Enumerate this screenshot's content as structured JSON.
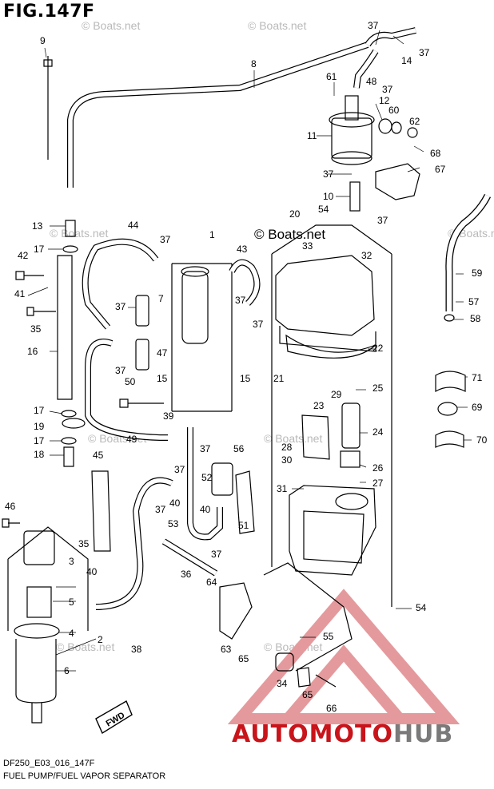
{
  "figure": {
    "title": "FIG.147F",
    "code": "DF250_E03_016_147F",
    "name": "FUEL PUMP/FUEL VAPOR SEPARATOR"
  },
  "watermarks": {
    "main": "© Boats.net",
    "faint": "© Boats.net"
  },
  "logo": {
    "part_a": "AUTOMOTO",
    "part_b": "HUB",
    "color_red": "#c8141a",
    "color_gray": "#7a7a7a"
  },
  "fwd_label": "FWD",
  "callouts": [
    {
      "id": "c9",
      "text": "9"
    },
    {
      "id": "c8",
      "text": "8"
    },
    {
      "id": "c37a",
      "text": "37"
    },
    {
      "id": "c48",
      "text": "48"
    },
    {
      "id": "c14",
      "text": "14"
    },
    {
      "id": "c37b",
      "text": "37"
    },
    {
      "id": "c61",
      "text": "61"
    },
    {
      "id": "c37c",
      "text": "37"
    },
    {
      "id": "c12",
      "text": "12"
    },
    {
      "id": "c60",
      "text": "60"
    },
    {
      "id": "c62",
      "text": "62"
    },
    {
      "id": "c11",
      "text": "11"
    },
    {
      "id": "c68",
      "text": "68"
    },
    {
      "id": "c67",
      "text": "67"
    },
    {
      "id": "c37d",
      "text": "37"
    },
    {
      "id": "c10",
      "text": "10"
    },
    {
      "id": "c54a",
      "text": "54"
    },
    {
      "id": "c37e",
      "text": "37"
    },
    {
      "id": "c20",
      "text": "20"
    },
    {
      "id": "c33",
      "text": "33"
    },
    {
      "id": "c32",
      "text": "32"
    },
    {
      "id": "c37f",
      "text": "37"
    },
    {
      "id": "c13",
      "text": "13"
    },
    {
      "id": "c44",
      "text": "44"
    },
    {
      "id": "c37g",
      "text": "37"
    },
    {
      "id": "c1",
      "text": "1"
    },
    {
      "id": "c43",
      "text": "43"
    },
    {
      "id": "c42",
      "text": "42"
    },
    {
      "id": "c17a",
      "text": "17"
    },
    {
      "id": "c41",
      "text": "41"
    },
    {
      "id": "c35a",
      "text": "35"
    },
    {
      "id": "c37h",
      "text": "37"
    },
    {
      "id": "c7",
      "text": "7"
    },
    {
      "id": "c37i",
      "text": "37"
    },
    {
      "id": "c16",
      "text": "16"
    },
    {
      "id": "c47",
      "text": "47"
    },
    {
      "id": "c37j",
      "text": "37"
    },
    {
      "id": "c15a",
      "text": "15"
    },
    {
      "id": "c15b",
      "text": "15"
    },
    {
      "id": "c50",
      "text": "50"
    },
    {
      "id": "c22",
      "text": "22"
    },
    {
      "id": "c21",
      "text": "21"
    },
    {
      "id": "c25",
      "text": "25"
    },
    {
      "id": "c29",
      "text": "29"
    },
    {
      "id": "c17b",
      "text": "17"
    },
    {
      "id": "c39",
      "text": "39"
    },
    {
      "id": "c23",
      "text": "23"
    },
    {
      "id": "c19",
      "text": "19"
    },
    {
      "id": "c24",
      "text": "24"
    },
    {
      "id": "c17c",
      "text": "17"
    },
    {
      "id": "c49",
      "text": "49"
    },
    {
      "id": "c28",
      "text": "28"
    },
    {
      "id": "c37k",
      "text": "37"
    },
    {
      "id": "c56",
      "text": "56"
    },
    {
      "id": "c18",
      "text": "18"
    },
    {
      "id": "c45",
      "text": "45"
    },
    {
      "id": "c30",
      "text": "30"
    },
    {
      "id": "c26",
      "text": "26"
    },
    {
      "id": "c37l",
      "text": "37"
    },
    {
      "id": "c52",
      "text": "52"
    },
    {
      "id": "c27",
      "text": "27"
    },
    {
      "id": "c31",
      "text": "31"
    },
    {
      "id": "c40a",
      "text": "40"
    },
    {
      "id": "c46",
      "text": "46"
    },
    {
      "id": "c37m",
      "text": "37"
    },
    {
      "id": "c40b",
      "text": "40"
    },
    {
      "id": "c35b",
      "text": "35"
    },
    {
      "id": "c53",
      "text": "53"
    },
    {
      "id": "c51",
      "text": "51"
    },
    {
      "id": "c3",
      "text": "3"
    },
    {
      "id": "c37n",
      "text": "37"
    },
    {
      "id": "c40c",
      "text": "40"
    },
    {
      "id": "c36",
      "text": "36"
    },
    {
      "id": "c64",
      "text": "64"
    },
    {
      "id": "c5",
      "text": "5"
    },
    {
      "id": "c54b",
      "text": "54"
    },
    {
      "id": "c4",
      "text": "4"
    },
    {
      "id": "c2",
      "text": "2"
    },
    {
      "id": "c55",
      "text": "55"
    },
    {
      "id": "c38",
      "text": "38"
    },
    {
      "id": "c63",
      "text": "63"
    },
    {
      "id": "c65a",
      "text": "65"
    },
    {
      "id": "c6",
      "text": "6"
    },
    {
      "id": "c34",
      "text": "34"
    },
    {
      "id": "c65b",
      "text": "65"
    },
    {
      "id": "c66",
      "text": "66"
    },
    {
      "id": "c59",
      "text": "59"
    },
    {
      "id": "c57",
      "text": "57"
    },
    {
      "id": "c58",
      "text": "58"
    },
    {
      "id": "c71",
      "text": "71"
    },
    {
      "id": "c69",
      "text": "69"
    },
    {
      "id": "c70",
      "text": "70"
    }
  ]
}
